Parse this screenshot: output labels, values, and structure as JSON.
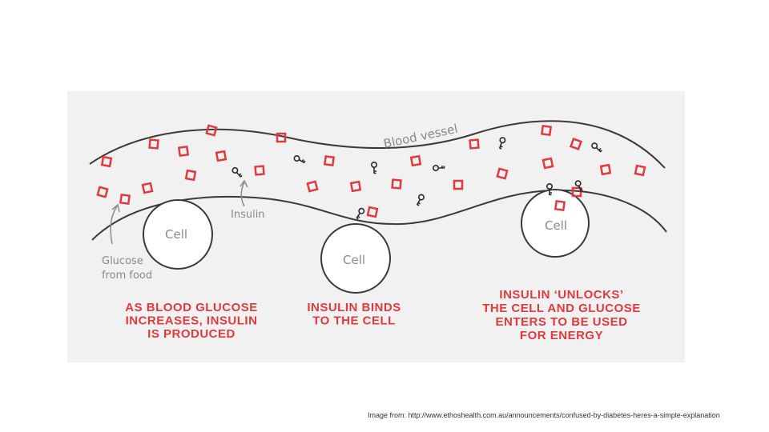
{
  "labels": {
    "blood_vessel": "Blood vessel",
    "insulin": "Insulin",
    "glucose_line1": "Glucose",
    "glucose_line2": "from food",
    "cell": "Cell"
  },
  "captions": {
    "step1": [
      "AS BLOOD GLUCOSE",
      "INCREASES, INSULIN",
      "IS PRODUCED"
    ],
    "step2": [
      "INSULIN BINDS",
      "TO THE CELL"
    ],
    "step3": [
      "INSULIN ‘UNLOCKS’",
      "THE CELL AND GLUCOSE",
      "ENTERS TO BE USED",
      "FOR ENERGY"
    ]
  },
  "credit": "Image from: http://www.ethoshealth.com.au/announcements/confused-by-diabetes-heres-a-simple-explanation",
  "colors": {
    "glucose": "#e03a3f",
    "caption": "#e03a3f",
    "line": "#3a3a3a",
    "panel": "#f1f1f1"
  },
  "icons": {
    "glucose": "red-square-icon",
    "insulin": "key-icon"
  }
}
